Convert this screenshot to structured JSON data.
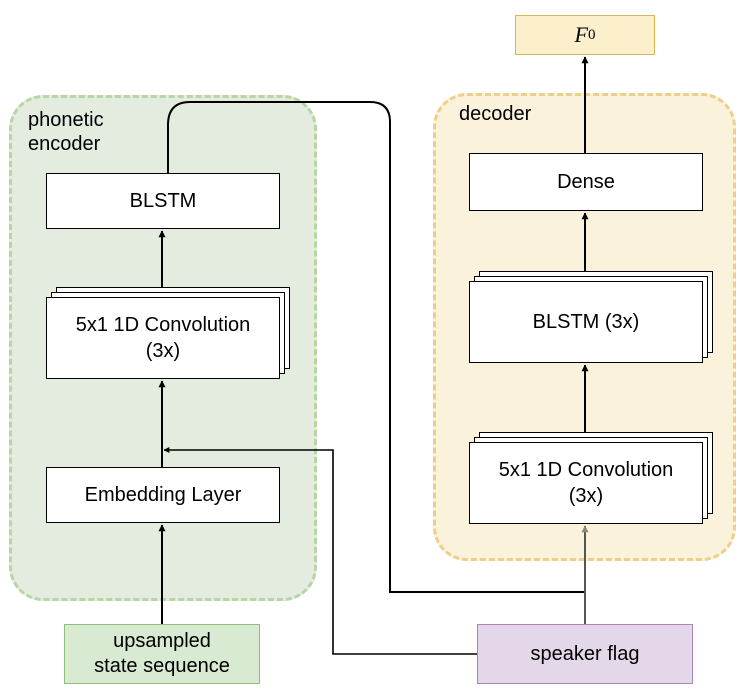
{
  "groups": {
    "encoder_label": "phonetic\nencoder",
    "decoder_label": "decoder"
  },
  "encoder": {
    "blstm": "BLSTM",
    "conv": "5x1 1D Convolution\n(3x)",
    "embedding": "Embedding Layer"
  },
  "decoder": {
    "dense": "Dense",
    "blstm": "BLSTM (3x)",
    "conv": "5x1 1D Convolution\n(3x)"
  },
  "inputs": {
    "state_sequence": "upsampled\nstate sequence",
    "speaker_flag": "speaker flag"
  },
  "output": {
    "symbol": "F",
    "subscript": "0"
  },
  "colors": {
    "encoder_fill": "#e3ecdf",
    "encoder_border": "#b9d5a6",
    "decoder_fill": "#fbf2dc",
    "decoder_border": "#eccf8a",
    "output_fill": "#fcf0cc",
    "input_fill": "#d8ead2",
    "speaker_fill": "#e4d7ea"
  }
}
